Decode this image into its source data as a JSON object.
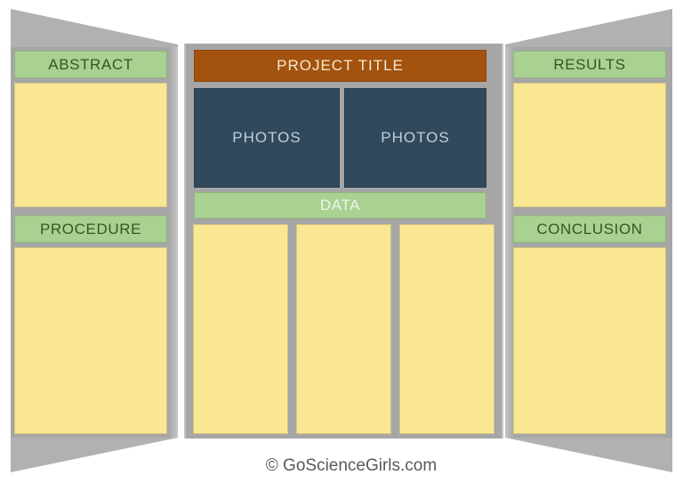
{
  "colors": {
    "page_white": "#ffffff",
    "panel_gray": "#a6a6a6",
    "wedge_gray": "#b1b1b1",
    "content_yellow": "#f9e794",
    "header_green": "#a9d192",
    "title_brown": "#a3530d",
    "photo_slate": "#30495c",
    "header_text": "#375623",
    "title_text": "#f6e8d2",
    "photo_text": "#c3cfda",
    "data_text": "#edf4e9",
    "credit_text": "#595959"
  },
  "left_flap": {
    "header_top": "ABSTRACT",
    "header_bottom": "PROCEDURE"
  },
  "center_panel": {
    "title": "PROJECT TITLE",
    "photo_left": "PHOTOS",
    "photo_right": "PHOTOS",
    "data_header": "DATA"
  },
  "right_flap": {
    "header_top": "RESULTS",
    "header_bottom": "CONCLUSION"
  },
  "footer": {
    "credit": "© GoScienceGirls.com"
  }
}
